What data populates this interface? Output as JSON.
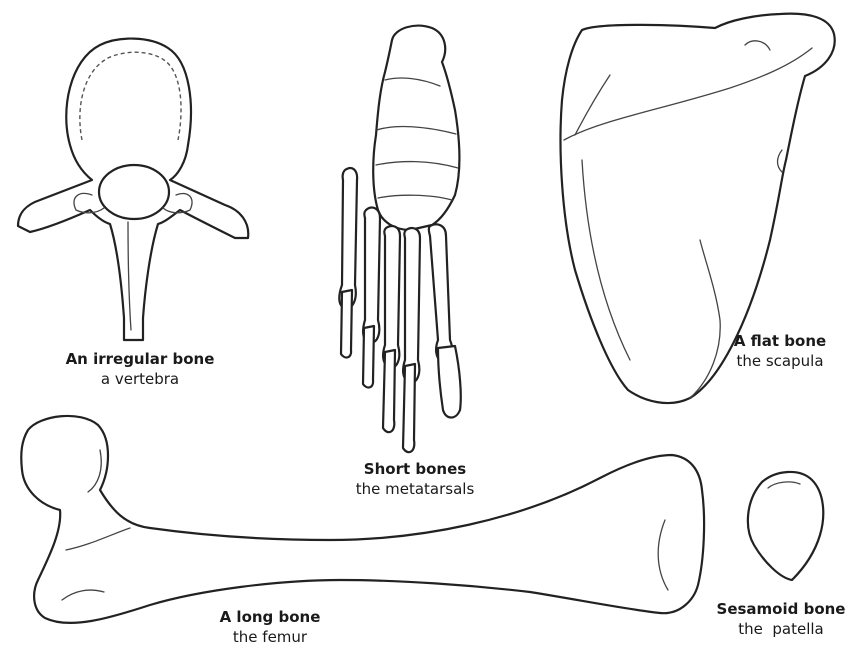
{
  "labels": {
    "vertebra": {
      "name": "An irregular bone",
      "example": "a vertebra"
    },
    "metatarsals": {
      "name": "Short bones",
      "example": "the metatarsals"
    },
    "scapula": {
      "name": "A flat bone",
      "example": "the scapula"
    },
    "femur": {
      "name": "A long bone",
      "example": "the femur"
    },
    "patella": {
      "name": "Sesamoid bone",
      "example": "the  patella"
    }
  },
  "colors": {
    "line": "#222222",
    "background": "#ffffff"
  }
}
